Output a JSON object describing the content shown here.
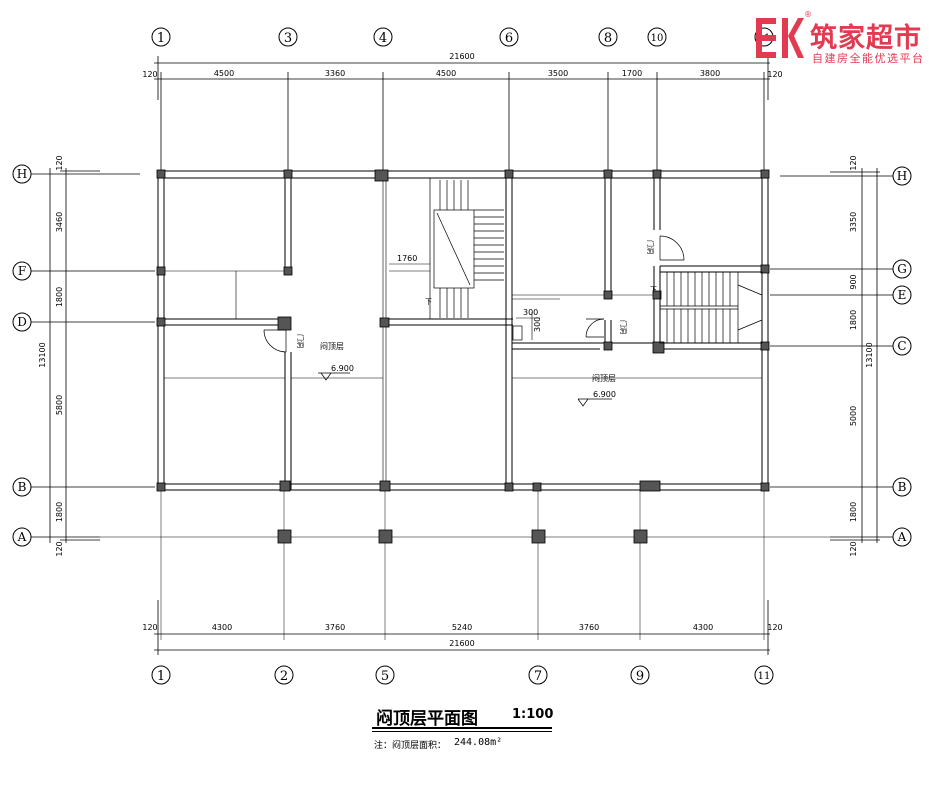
{
  "brand": {
    "name": "筑家超市",
    "slogan": "自建房全能优选平台",
    "registered": "®",
    "color": "#e23a50"
  },
  "title": "闷顶层平面图",
  "scale": "1:100",
  "note_label": "注：闷顶层面积：",
  "note_value": "244.08m²",
  "top_axes": [
    "1",
    "3",
    "4",
    "6",
    "8",
    "10",
    "11"
  ],
  "bottom_axes": [
    "1",
    "2",
    "5",
    "7",
    "9",
    "11"
  ],
  "left_axes": [
    "H",
    "F",
    "D",
    "B",
    "A"
  ],
  "right_axes": [
    "H",
    "G",
    "E",
    "C",
    "B",
    "A"
  ],
  "top_total": "21600",
  "top_dims": [
    "120",
    "4500",
    "3360",
    "4500",
    "3500",
    "1700",
    "3800",
    "120"
  ],
  "bottom_total": "21600",
  "bottom_dims": [
    "120",
    "4300",
    "3760",
    "5240",
    "3760",
    "4300",
    "120"
  ],
  "left_total": "13100",
  "left_dims": [
    "120",
    "3460",
    "1800",
    "5800",
    "1800",
    "120"
  ],
  "right_total": "13100",
  "right_dims": [
    "120",
    "3350",
    "900",
    "1800",
    "5000",
    "1800",
    "120"
  ],
  "rooms": [
    {
      "name": "闷顶层",
      "level": "6.900"
    },
    {
      "name": "闷顶层",
      "level": "6.900"
    }
  ],
  "inner_dims": [
    "1760",
    "300",
    "300"
  ],
  "door_label": "门洞",
  "down_label": "下"
}
